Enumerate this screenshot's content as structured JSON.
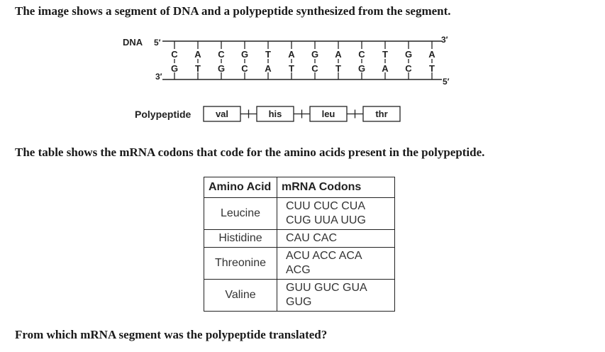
{
  "intro": "The image shows a segment of DNA and a polypeptide synthesized from the segment.",
  "dna": {
    "label": "DNA",
    "top_five_prime": "5′",
    "top_three_prime": "3′",
    "bottom_three_prime": "3′",
    "bottom_five_prime": "5′",
    "top_strand": [
      "C",
      "A",
      "C",
      "G",
      "T",
      "A",
      "G",
      "A",
      "C",
      "T",
      "G",
      "A"
    ],
    "bottom_strand": [
      "G",
      "T",
      "G",
      "C",
      "A",
      "T",
      "C",
      "T",
      "G",
      "A",
      "C",
      "T"
    ]
  },
  "polypeptide": {
    "label": "Polypeptide",
    "residues": [
      "val",
      "his",
      "leu",
      "thr"
    ]
  },
  "table_intro": "The table shows the mRNA codons that code for the amino acids present in the polypeptide.",
  "codon_table": {
    "headers": [
      "Amino Acid",
      "mRNA Codons"
    ],
    "rows": [
      {
        "amino": "Leucine",
        "lines": [
          "CUU  CUC  CUA",
          "CUG  UUA  UUG"
        ]
      },
      {
        "amino": "Histidine",
        "lines": [
          "CAU  CAC"
        ]
      },
      {
        "amino": "Threonine",
        "lines": [
          "ACU  ACC  ACA",
          "ACG"
        ]
      },
      {
        "amino": "Valine",
        "lines": [
          "GUU  GUC  GUA",
          "GUG"
        ]
      }
    ]
  },
  "question": "From which mRNA segment was the polypeptide translated?"
}
